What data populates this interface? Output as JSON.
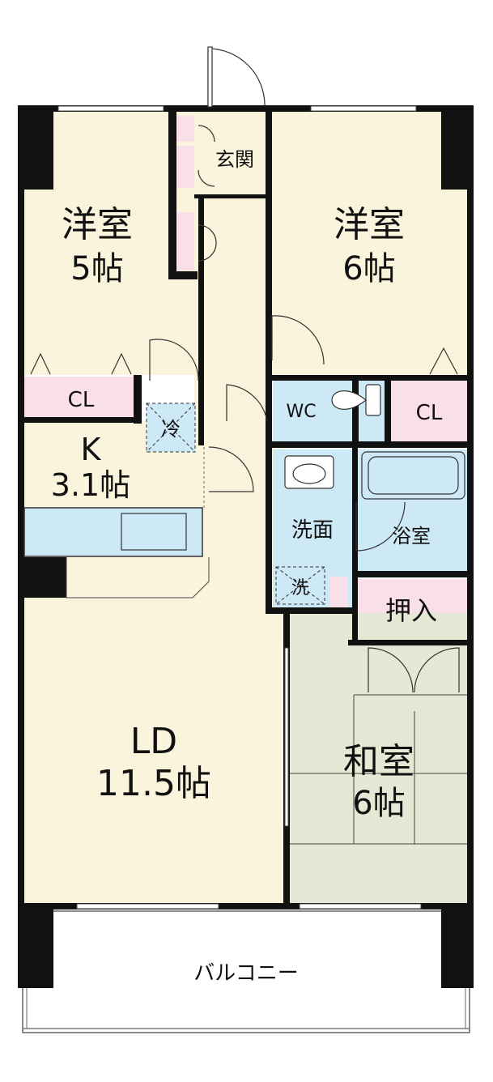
{
  "colors": {
    "western_room": "#fbf4dc",
    "closet": "#f9dfe8",
    "water_area": "#cde9f5",
    "japanese_room": "#e4e9d5",
    "wall": "#111111",
    "white": "#ffffff",
    "fixture_line": "#444444"
  },
  "rooms": {
    "western_5": {
      "name": "洋室",
      "size": "5帖"
    },
    "western_6": {
      "name": "洋室",
      "size": "6帖"
    },
    "kitchen": {
      "name": "K",
      "size": "3.1帖"
    },
    "living_dining": {
      "name": "LD",
      "size": "11.5帖"
    },
    "japanese": {
      "name": "和室",
      "size": "6帖"
    }
  },
  "labels": {
    "entrance": "玄関",
    "closet_left": "CL",
    "closet_right": "CL",
    "toilet": "WC",
    "washroom": "洗面",
    "bathroom": "浴室",
    "oshiire": "押入",
    "fridge": "冷",
    "washer": "洗",
    "balcony": "バルコニー"
  },
  "icons": {
    "fridge": "fridge-space-icon",
    "washer": "washer-space-icon",
    "toilet": "toilet-icon",
    "basin": "wash-basin-icon",
    "bathtub": "bathtub-icon",
    "kitchen_sink": "sink-icon",
    "doors": "door-swing-icon"
  }
}
